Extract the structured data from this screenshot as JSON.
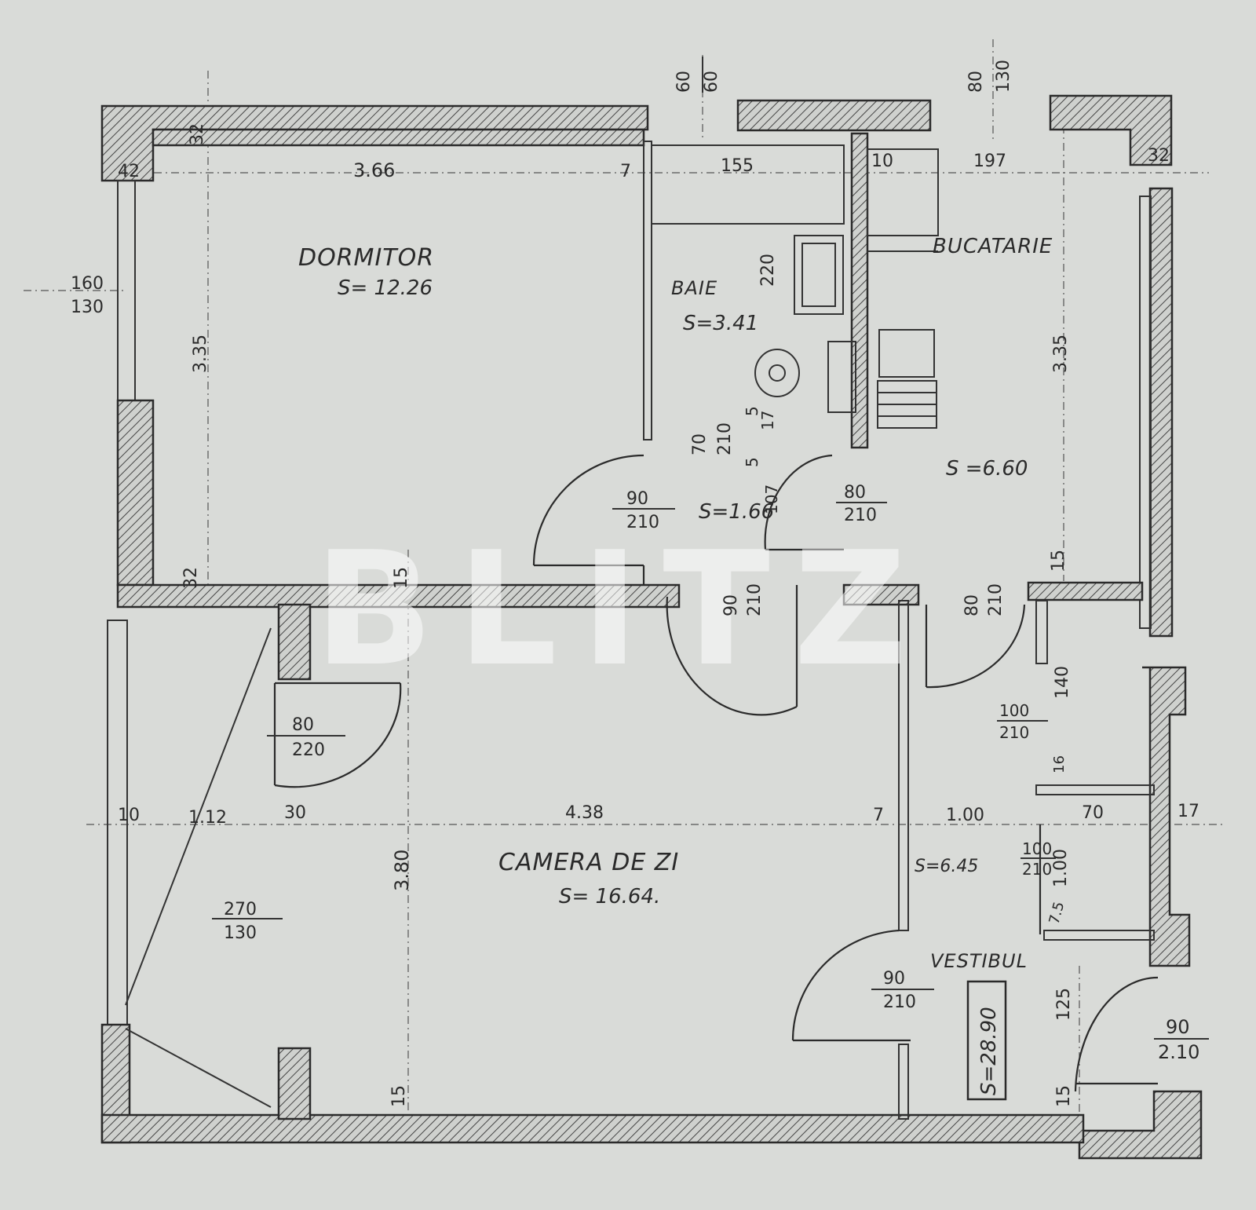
{
  "rooms": {
    "dormitor": {
      "name": "DORMITOR",
      "area": "S= 12.26"
    },
    "baie": {
      "name": "BAIE",
      "area": "S=3.41"
    },
    "bucatarie": {
      "name": "BUCATARIE",
      "area": "S =6.60"
    },
    "hol": {
      "area": "S=1.66"
    },
    "camera": {
      "name": "CAMERA DE ZI",
      "area": "S= 16.64."
    },
    "vestibul": {
      "name": "VESTIBUL",
      "area": "S=6.45"
    },
    "total": {
      "area": "S=28.90"
    }
  },
  "dimensions": {
    "top_6060_a": "60",
    "top_6060_b": "60",
    "top_80130_a": "80",
    "top_80130_b": "130",
    "d_32_tl": "32",
    "d_42": "42",
    "d_366": "3.66",
    "d_7_top": "7",
    "d_155": "155",
    "d_10_top": "10",
    "d_197": "197",
    "d_32_tr": "32",
    "d_220": "220",
    "d_335_l": "3.35",
    "d_335_r": "3.35",
    "d_32_mid": "32",
    "d_15_mid": "15",
    "d_15_right": "15",
    "d_140": "140",
    "d_16": "16",
    "d_5a": "5",
    "d_17": "17",
    "d_5b": "5",
    "d_107": "107",
    "d_10_left": "10",
    "d_112": "1.12",
    "d_30": "30",
    "d_438": "4.38",
    "d_7_mid": "7",
    "d_100": "1.00",
    "d_70": "70",
    "d_17_right": "17",
    "d_380": "3.80",
    "d_100_v": "1.00",
    "d_125": "125",
    "d_15_bl": "15",
    "d_15_br": "15",
    "d_75": "7.5"
  },
  "openings": {
    "win_dormitor": {
      "w": "160",
      "h": "130"
    },
    "win_camera": {
      "w": "270",
      "h": "130"
    },
    "door_dormitor": {
      "w": "90",
      "h": "210"
    },
    "door_baie": {
      "w": "70",
      "h": "210"
    },
    "door_bucatarie": {
      "w": "80",
      "h": "210"
    },
    "door_camera_hol": {
      "w": "90",
      "h": "210"
    },
    "door_bucatarie_vest": {
      "w": "80",
      "h": "210"
    },
    "door_balcon": {
      "w": "80",
      "h": "220"
    },
    "door_vest_a": {
      "w": "100",
      "h": "210"
    },
    "door_vest_b": {
      "w": "100",
      "h": "210"
    },
    "door_camera_vest": {
      "w": "90",
      "h": "210"
    },
    "door_entry": {
      "w": "90",
      "h": "2.10"
    }
  },
  "watermark": "BLITZ"
}
